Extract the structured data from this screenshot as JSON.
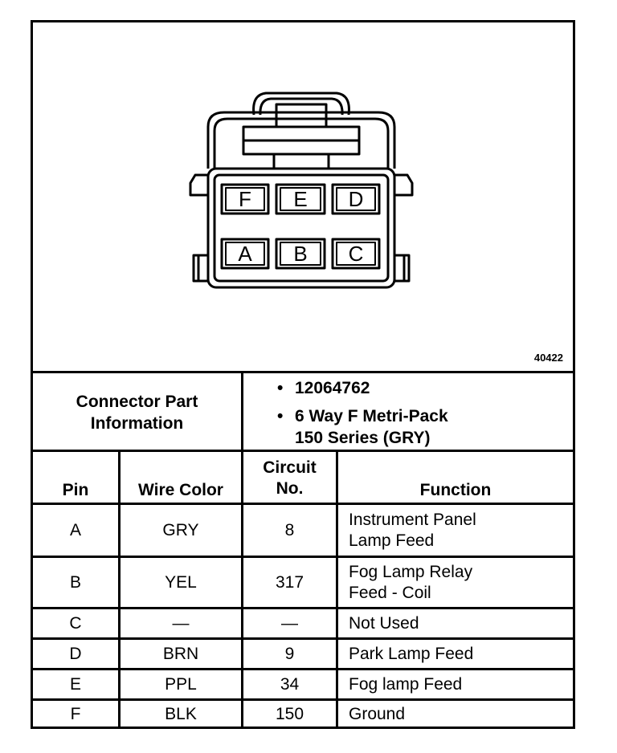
{
  "figure_id": "40422",
  "connector": {
    "pin_labels_top": [
      "F",
      "E",
      "D"
    ],
    "pin_labels_bottom": [
      "A",
      "B",
      "C"
    ]
  },
  "part_info": {
    "label_line1": "Connector Part",
    "label_line2": "Information",
    "bullet1": "12064762",
    "bullet2_line1": "6 Way F Metri-Pack",
    "bullet2_line2": "150 Series (GRY)"
  },
  "table": {
    "headers": {
      "pin": "Pin",
      "wire_color": "Wire Color",
      "circuit_line1": "Circuit",
      "circuit_line2": "No.",
      "function": "Function"
    },
    "rows": [
      {
        "pin": "A",
        "wire": "GRY",
        "circuit": "8",
        "function_line1": "Instrument Panel",
        "function_line2": "Lamp Feed"
      },
      {
        "pin": "B",
        "wire": "YEL",
        "circuit": "317",
        "function_line1": "Fog Lamp Relay",
        "function_line2": "Feed - Coil"
      },
      {
        "pin": "C",
        "wire": "—",
        "circuit": "—",
        "function_line1": "Not Used",
        "function_line2": ""
      },
      {
        "pin": "D",
        "wire": "BRN",
        "circuit": "9",
        "function_line1": "Park Lamp Feed",
        "function_line2": ""
      },
      {
        "pin": "E",
        "wire": "PPL",
        "circuit": "34",
        "function_line1": "Fog lamp Feed",
        "function_line2": ""
      },
      {
        "pin": "F",
        "wire": "BLK",
        "circuit": "150",
        "function_line1": "Ground",
        "function_line2": ""
      }
    ]
  }
}
